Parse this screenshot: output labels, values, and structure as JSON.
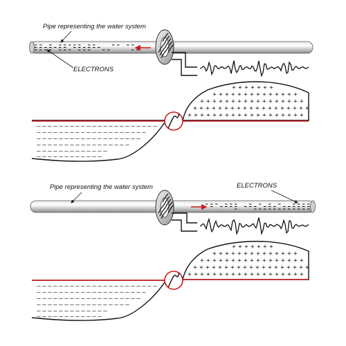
{
  "labels": {
    "pipe": "Pipe representing the water system",
    "electrons": "ELECTRONS"
  },
  "panels": [
    {
      "id": "top",
      "electrons_side": "left"
    },
    {
      "id": "bottom",
      "electrons_side": "right"
    }
  ],
  "colors": {
    "pipe_light": "#ffffff",
    "pipe_dark": "#8c8c8c",
    "outline": "#222222",
    "current": "#d0191b",
    "ink": "#111111"
  },
  "glyphs": {
    "positive": "+",
    "negative": "–"
  }
}
